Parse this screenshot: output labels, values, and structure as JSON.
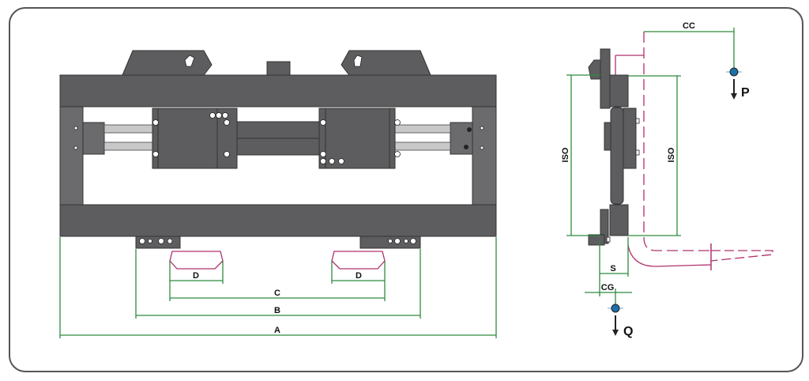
{
  "front_view": {
    "dimensions": {
      "a": "A",
      "b": "B",
      "c": "C",
      "d_left": "D",
      "d_right": "D"
    }
  },
  "side_view": {
    "dimensions": {
      "cc": "CC",
      "iso_left": "ISO",
      "iso_right": "ISO",
      "s": "S",
      "cg": "CG"
    },
    "load_points": {
      "p": "P",
      "q": "Q"
    }
  },
  "colors": {
    "dimension": "#2e8b3e",
    "fork": "#b0306e",
    "steel": "#5d5d5f",
    "marker": "#1e6fa8"
  }
}
